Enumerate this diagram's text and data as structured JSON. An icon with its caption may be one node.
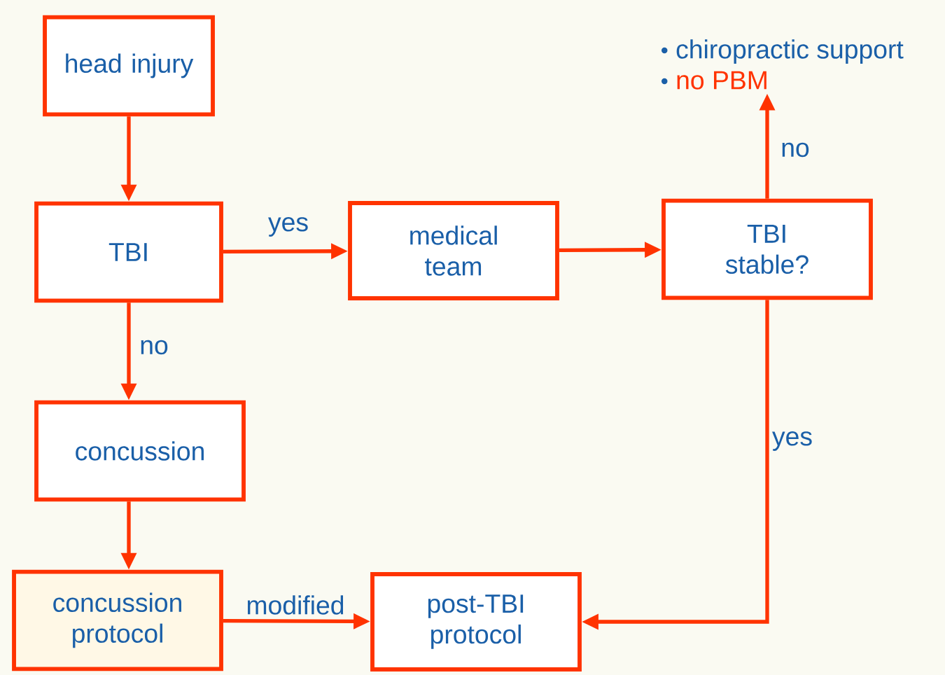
{
  "diagram": {
    "nodes": [
      {
        "text": [
          "head injury"
        ]
      },
      {
        "text": [
          "TBI"
        ]
      },
      {
        "text": [
          "medical team"
        ]
      },
      {
        "text": [
          "TBI stable?"
        ]
      },
      {
        "text": [
          "chiropractic support",
          "no PBM"
        ]
      },
      {
        "text": [
          "concussion"
        ]
      },
      {
        "text": [
          "concussion protocol"
        ]
      },
      {
        "text": [
          "post-TBI protocol"
        ]
      }
    ],
    "edges": [
      {
        "from": 0,
        "to": 1,
        "arrow": "to"
      },
      {
        "from": 1,
        "to": 2,
        "arrow": "to",
        "label": "yes"
      },
      {
        "from": 2,
        "to": 3,
        "arrow": "to"
      },
      {
        "from": 3,
        "to": 4,
        "arrow": "to",
        "label": "no"
      },
      {
        "from": 1,
        "to": 5,
        "arrow": "to",
        "label": "no"
      },
      {
        "from": 3,
        "to": 7,
        "arrow": "to",
        "label": "yes"
      },
      {
        "from": 5,
        "to": 6,
        "arrow": "to"
      },
      {
        "from": 6,
        "to": 7,
        "arrow": "to",
        "label": "modified"
      }
    ]
  }
}
